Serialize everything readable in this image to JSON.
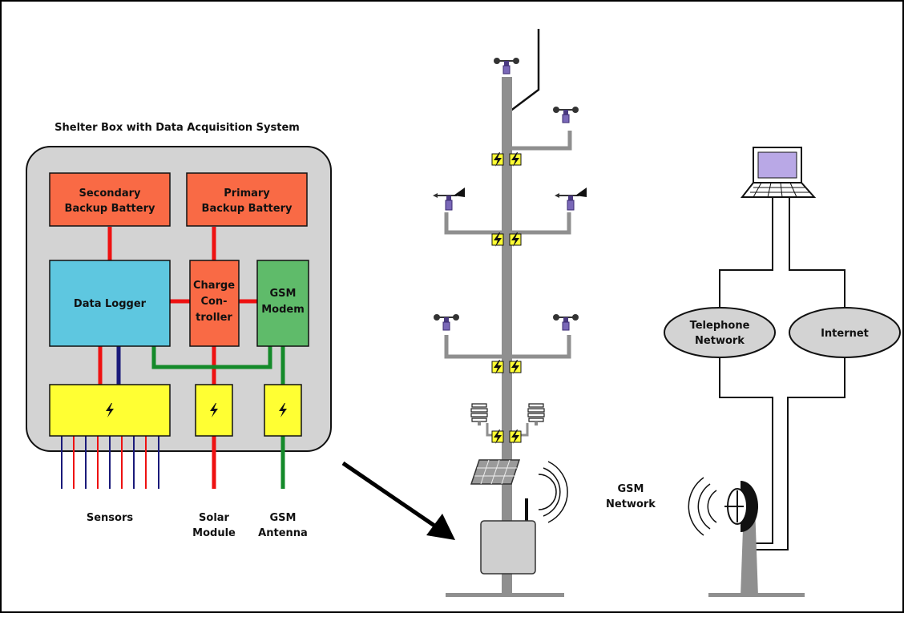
{
  "diagram": {
    "shelter_title": "Shelter Box with Data Acquisition System",
    "boxes": {
      "secondary_battery": [
        "Secondary",
        "Backup Battery"
      ],
      "primary_battery": [
        "Primary",
        "Backup Battery"
      ],
      "data_logger": [
        "Data Logger"
      ],
      "charge_controller": [
        "Charge",
        "Con-",
        "troller"
      ],
      "gsm_modem": [
        "GSM",
        "Modem"
      ]
    },
    "outputs": {
      "sensors": [
        "Sensors"
      ],
      "solar": [
        "Solar",
        "Module"
      ],
      "gsm_antenna": [
        "GSM",
        "Antenna"
      ]
    },
    "gsm_network": [
      "GSM",
      "Network"
    ],
    "clouds": {
      "telephone": [
        "Telephone",
        "Network"
      ],
      "internet": [
        "Internet"
      ]
    },
    "colors": {
      "battery": "#f96a45",
      "logger": "#5ec7e0",
      "modem": "#5fbb6a",
      "protector": "#ffff33",
      "shelter": "#d3d3d3",
      "mast": "#8f8f8f",
      "red_wire": "#ee1111",
      "blue_wire": "#1a1a7a",
      "green_wire": "#148a2a",
      "sensor_purple": "#6a5aa8"
    }
  }
}
